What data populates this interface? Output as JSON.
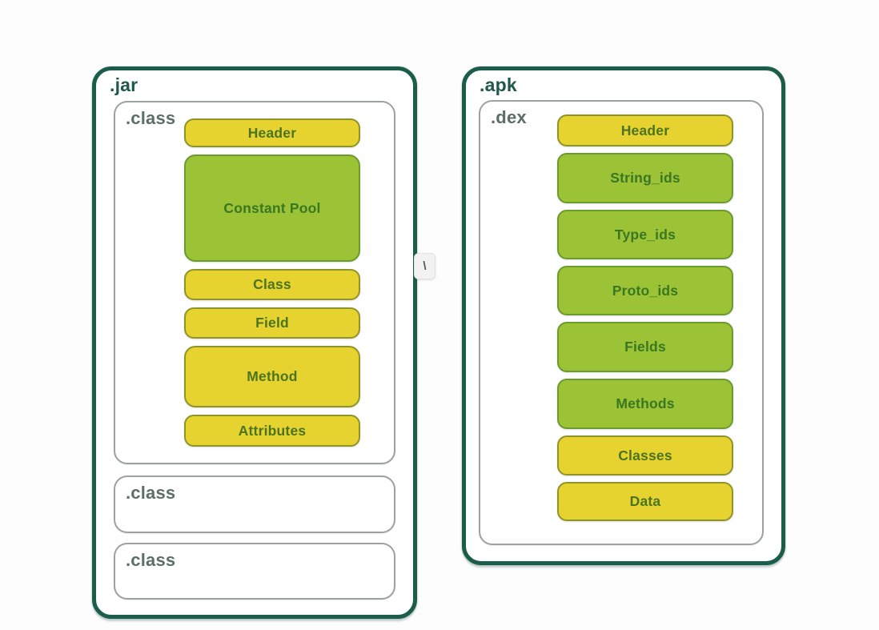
{
  "canvas": {
    "background": "#fdfdfd"
  },
  "colors": {
    "frame_green": "#1b5c4a",
    "section_border_gray": "#9aa39e",
    "yellow_fill": "#e6d32f",
    "yellow_border": "#8f9428",
    "green_fill": "#9cc235",
    "green_border": "#6b9a2e",
    "box_text_green": "#3e7b25",
    "panel_label_color": "#1f5848",
    "section_label_color": "#5d6e66"
  },
  "jar_panel": {
    "label": ".jar",
    "class_sections": [
      {
        "label": ".class",
        "boxes": [
          {
            "label": "Header",
            "variant": "yellow"
          },
          {
            "label": "Constant Pool",
            "variant": "green"
          },
          {
            "label": "Class",
            "variant": "yellow"
          },
          {
            "label": "Field",
            "variant": "yellow"
          },
          {
            "label": "Method",
            "variant": "yellow"
          },
          {
            "label": "Attributes",
            "variant": "yellow"
          }
        ]
      },
      {
        "label": ".class",
        "boxes": []
      },
      {
        "label": ".class",
        "boxes": []
      }
    ]
  },
  "apk_panel": {
    "label": ".apk",
    "dex_section": {
      "label": ".dex",
      "boxes": [
        {
          "label": "Header",
          "variant": "yellow"
        },
        {
          "label": "String_ids",
          "variant": "green"
        },
        {
          "label": "Type_ids",
          "variant": "green"
        },
        {
          "label": "Proto_ids",
          "variant": "green"
        },
        {
          "label": "Fields",
          "variant": "green"
        },
        {
          "label": "Methods",
          "variant": "green"
        },
        {
          "label": "Classes",
          "variant": "yellow"
        },
        {
          "label": "Data",
          "variant": "yellow"
        }
      ]
    }
  },
  "overlay": {
    "backslash_char": "\\"
  }
}
